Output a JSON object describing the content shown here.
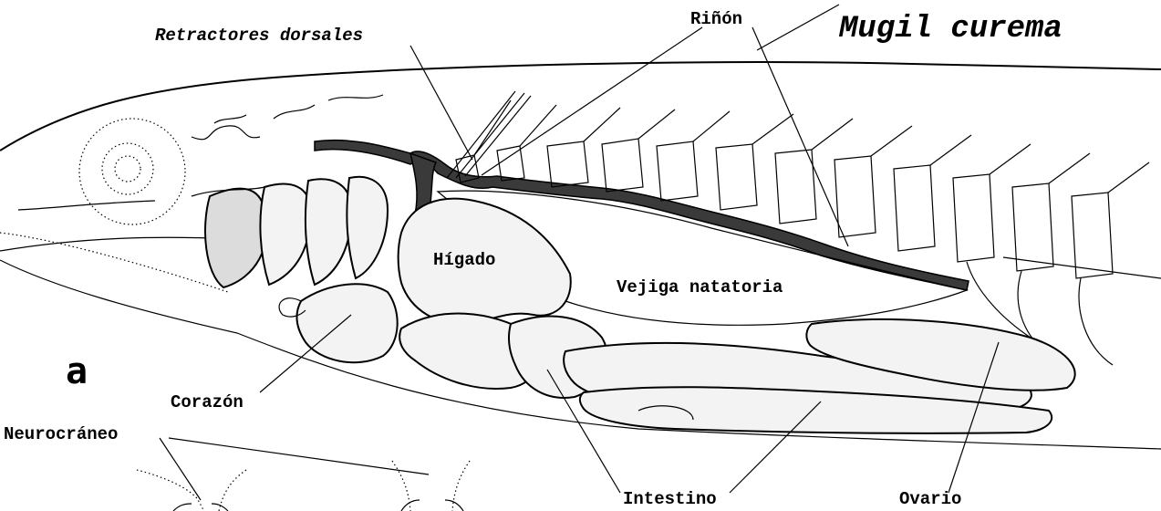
{
  "title": "Mugil curema",
  "panel_label": "a",
  "labels": {
    "retractores": "Retractores dorsales",
    "rinon": "Riñón",
    "higado": "Hígado",
    "vejiga": "Vejiga natatoria",
    "corazon": "Corazón",
    "neurocraneo": "Neurocráneo",
    "intestino": "Intestino",
    "ovario": "Ovario"
  }
}
